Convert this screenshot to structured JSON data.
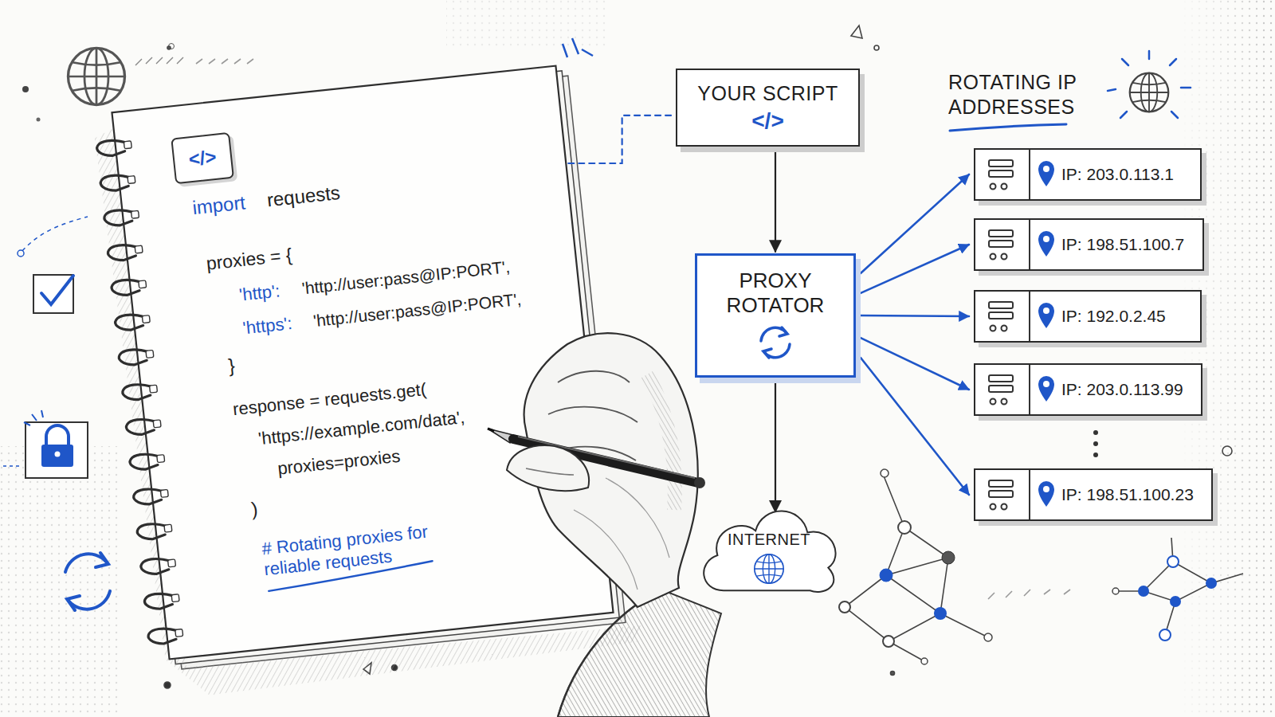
{
  "diagram": {
    "nodes": [
      {
        "text": [
          "import",
          "requests",
          "proxies = {",
          "'http':",
          "'http://user:pass@IP:PORT',",
          "'https':",
          "'http://user:pass@IP:PORT',",
          "}",
          "response = requests.get(",
          "'https://example.com/data',",
          "proxies=proxies",
          ")",
          "# Rotating proxies for reliable requests"
        ]
      },
      {
        "text": [
          "</>"
        ],
        "in": 0
      },
      {
        "text": [
          "YOUR SCRIPT",
          "</>"
        ]
      },
      {
        "text": [
          "PROXY ROTATOR"
        ]
      },
      {
        "text": [
          "INTERNET"
        ]
      },
      {
        "text": [
          "IP: 203.0.113.1"
        ]
      },
      {
        "text": [
          "IP: 198.51.100.7"
        ]
      },
      {
        "text": [
          "IP: 192.0.2.45"
        ]
      },
      {
        "text": [
          "IP: 203.0.113.99"
        ]
      },
      {
        "text": [
          "IP: 198.51.100.23"
        ]
      }
    ],
    "edges": [
      {
        "from": 0,
        "to": 2,
        "arrow": "none"
      },
      {
        "from": 2,
        "to": 3,
        "arrow": "to"
      },
      {
        "from": 3,
        "to": 4,
        "arrow": "to"
      },
      {
        "from": 3,
        "to": 5,
        "arrow": "to"
      },
      {
        "from": 3,
        "to": 6,
        "arrow": "to"
      },
      {
        "from": 3,
        "to": 7,
        "arrow": "to"
      },
      {
        "from": 3,
        "to": 8,
        "arrow": "to"
      },
      {
        "from": 3,
        "to": 9,
        "arrow": "to"
      }
    ],
    "labels": [
      "ROTATING IP ADDRESSES"
    ]
  }
}
